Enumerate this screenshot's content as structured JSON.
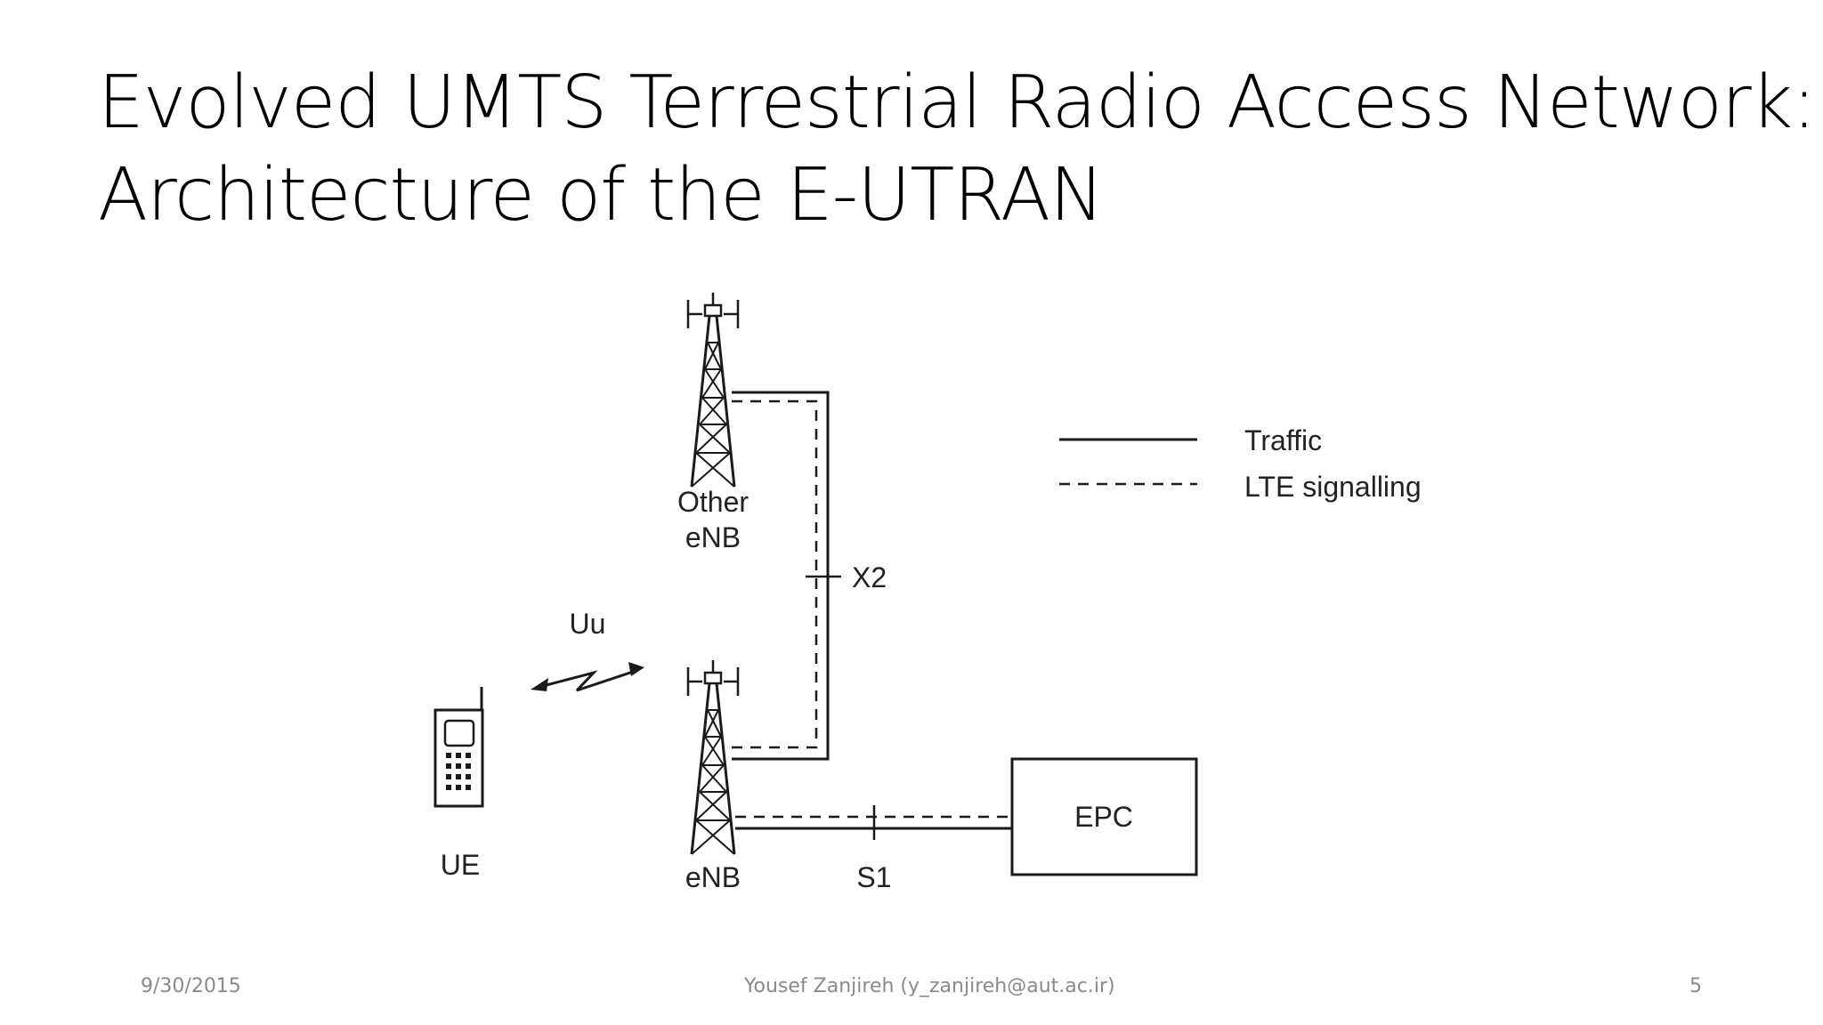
{
  "slide": {
    "title_line1": "Evolved UMTS Terrestrial Radio Access Network:",
    "title_line2": "Architecture of the E-UTRAN"
  },
  "diagram": {
    "legend": {
      "traffic": "Traffic",
      "signalling": "LTE signalling"
    },
    "nodes": {
      "other_enb_line1": "Other",
      "other_enb_line2": "eNB",
      "enb": "eNB",
      "ue": "UE",
      "epc": "EPC"
    },
    "interfaces": {
      "x2": "X2",
      "uu": "Uu",
      "s1": "S1"
    },
    "line_colors": {
      "traffic": "#1a1a1a",
      "signalling": "#1a1a1a"
    }
  },
  "footer": {
    "date": "9/30/2015",
    "author": "Yousef Zanjireh (y_zanjireh@aut.ac.ir)",
    "page_number": "5"
  }
}
